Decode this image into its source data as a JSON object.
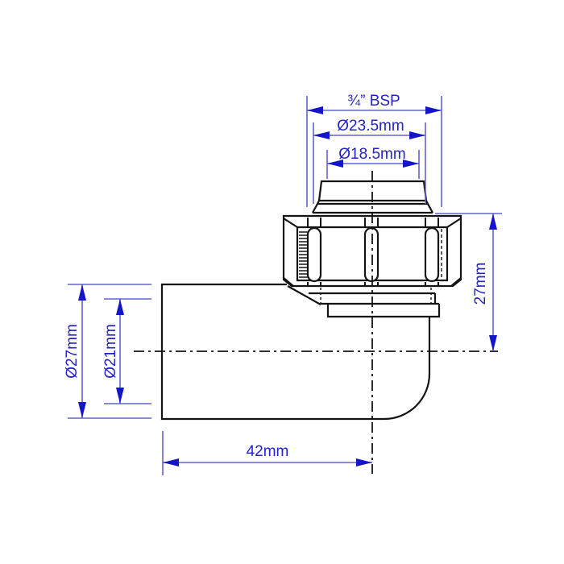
{
  "drawing": {
    "type": "technical-drawing",
    "component": "90-degree elbow pipe fitting with BSP swivel nut",
    "colors": {
      "outline": "#141414",
      "dimension_line": "#6464c8",
      "dimension_arrow": "#1414c8",
      "dimension_text": "#2323c8",
      "background": "#ffffff"
    },
    "dimensions": {
      "thread": "¾” BSP",
      "top_outer_diameter": "Ø23.5mm",
      "top_inner_diameter": "Ø18.5mm",
      "pipe_outer_diameter": "Ø27mm",
      "pipe_inner_diameter": "Ø21mm",
      "horizontal_length": "42mm",
      "vertical_height": "27mm"
    }
  }
}
